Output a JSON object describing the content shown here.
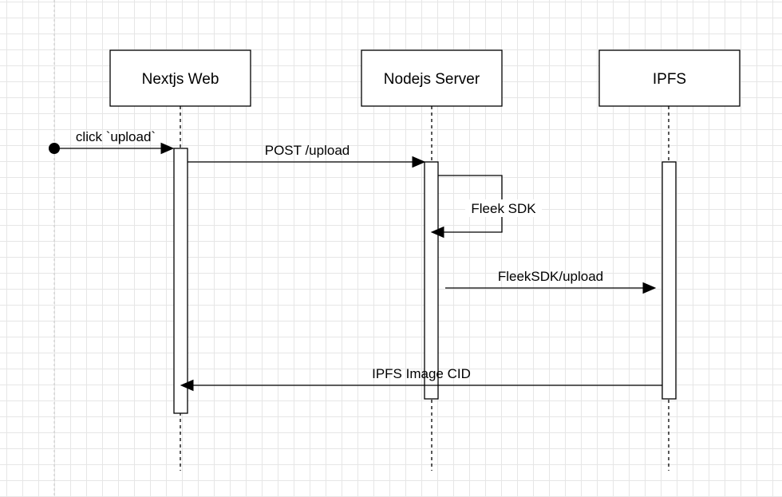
{
  "participants": [
    {
      "id": "web",
      "label": "Nextjs Web"
    },
    {
      "id": "server",
      "label": "Nodejs Server"
    },
    {
      "id": "ipfs",
      "label": "IPFS"
    }
  ],
  "messages": {
    "click_upload": "click `upload`",
    "post_upload": "POST /upload",
    "fleek_sdk": "Fleek SDK",
    "fleeksdk_upload": "FleekSDK/upload",
    "ipfs_cid": "IPFS Image CID"
  },
  "colors": {
    "line": "#000000",
    "grid": "#e6e6e6",
    "background": "#ffffff"
  }
}
